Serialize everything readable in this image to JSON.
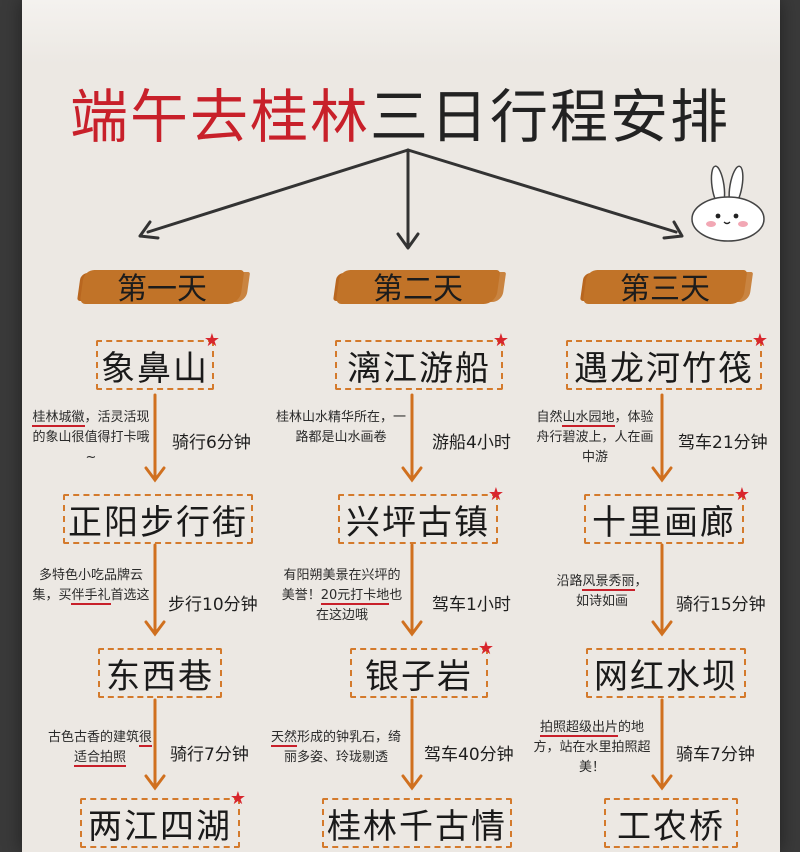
{
  "title": {
    "part1": "端午去桂林",
    "part2": "三日行程安排"
  },
  "days": [
    {
      "label": "第一天",
      "stops": [
        "象鼻山",
        "正阳步行街",
        "东西巷",
        "两江四湖"
      ],
      "notes": [
        {
          "pre": "",
          "u": "桂林城徽",
          "post": "，活灵活现的象山很值得打卡哦~"
        },
        {
          "pre": "多特色小吃品牌云集，买",
          "u": "伴手礼",
          "post": "首选这"
        },
        {
          "pre": "古色古香的建筑",
          "u": "很适合拍照",
          "post": ""
        }
      ],
      "times": [
        "骑行6分钟",
        "步行10分钟",
        "骑行7分钟"
      ]
    },
    {
      "label": "第二天",
      "stops": [
        "漓江游船",
        "兴坪古镇",
        "银子岩",
        "桂林千古情"
      ],
      "notes": [
        {
          "pre": "桂林山水精华所在，一路都是山水画卷",
          "u": "",
          "post": ""
        },
        {
          "pre": "有阳朔美景在兴坪的美誉！",
          "u": "20元打卡地",
          "post": "也在这边哦"
        },
        {
          "pre": "",
          "u": "天然",
          "post": "形成的钟乳石，绮丽多姿、玲珑剔透"
        }
      ],
      "times": [
        "游船4小时",
        "驾车1小时",
        "驾车40分钟"
      ]
    },
    {
      "label": "第三天",
      "stops": [
        "遇龙河竹筏",
        "十里画廊",
        "网红水坝",
        "工农桥"
      ],
      "notes": [
        {
          "pre": "自然",
          "u": "山水园地",
          "post": "，体验舟行碧波上，人在画中游"
        },
        {
          "pre": "沿路",
          "u": "风景秀丽",
          "post": "，如诗如画"
        },
        {
          "pre": "",
          "u": "拍照超级出片",
          "post": "的地方，站在水里拍照超美！"
        }
      ],
      "times": [
        "驾车21分钟",
        "骑行15分钟",
        "骑车7分钟"
      ]
    }
  ],
  "colors": {
    "accent_red": "#c8202a",
    "brush_orange": "#c17328",
    "dash_orange": "#d47a2c",
    "paper": "#ece8e3"
  },
  "icons": [
    "bunny-sticker-icon",
    "star-icon",
    "arrow-icon"
  ]
}
